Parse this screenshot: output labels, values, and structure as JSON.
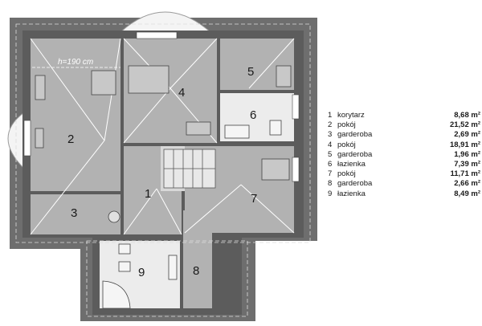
{
  "plan": {
    "height_note": "h=190 cm",
    "room_labels": [
      "1",
      "2",
      "3",
      "4",
      "5",
      "6",
      "7",
      "8",
      "9"
    ]
  },
  "legend": {
    "rows": [
      {
        "n": "1",
        "name": "korytarz",
        "area": "8,68 m²"
      },
      {
        "n": "2",
        "name": "pokój",
        "area": "21,52 m²"
      },
      {
        "n": "3",
        "name": "garderoba",
        "area": "2,69 m²"
      },
      {
        "n": "4",
        "name": "pokój",
        "area": "18,91 m²"
      },
      {
        "n": "5",
        "name": "garderoba",
        "area": "1,96 m²"
      },
      {
        "n": "6",
        "name": "łazienka",
        "area": "7,39 m²"
      },
      {
        "n": "7",
        "name": "pokój",
        "area": "11,71 m²"
      },
      {
        "n": "8",
        "name": "garderoba",
        "area": "2,66 m²"
      },
      {
        "n": "9",
        "name": "łazienka",
        "area": "8,49 m²"
      }
    ]
  },
  "colors": {
    "wall": "#5c5c5c",
    "floor": "#b2b2b2",
    "bath": "#ececec",
    "roof": "#7a7a7a",
    "line": "#ffffff"
  }
}
